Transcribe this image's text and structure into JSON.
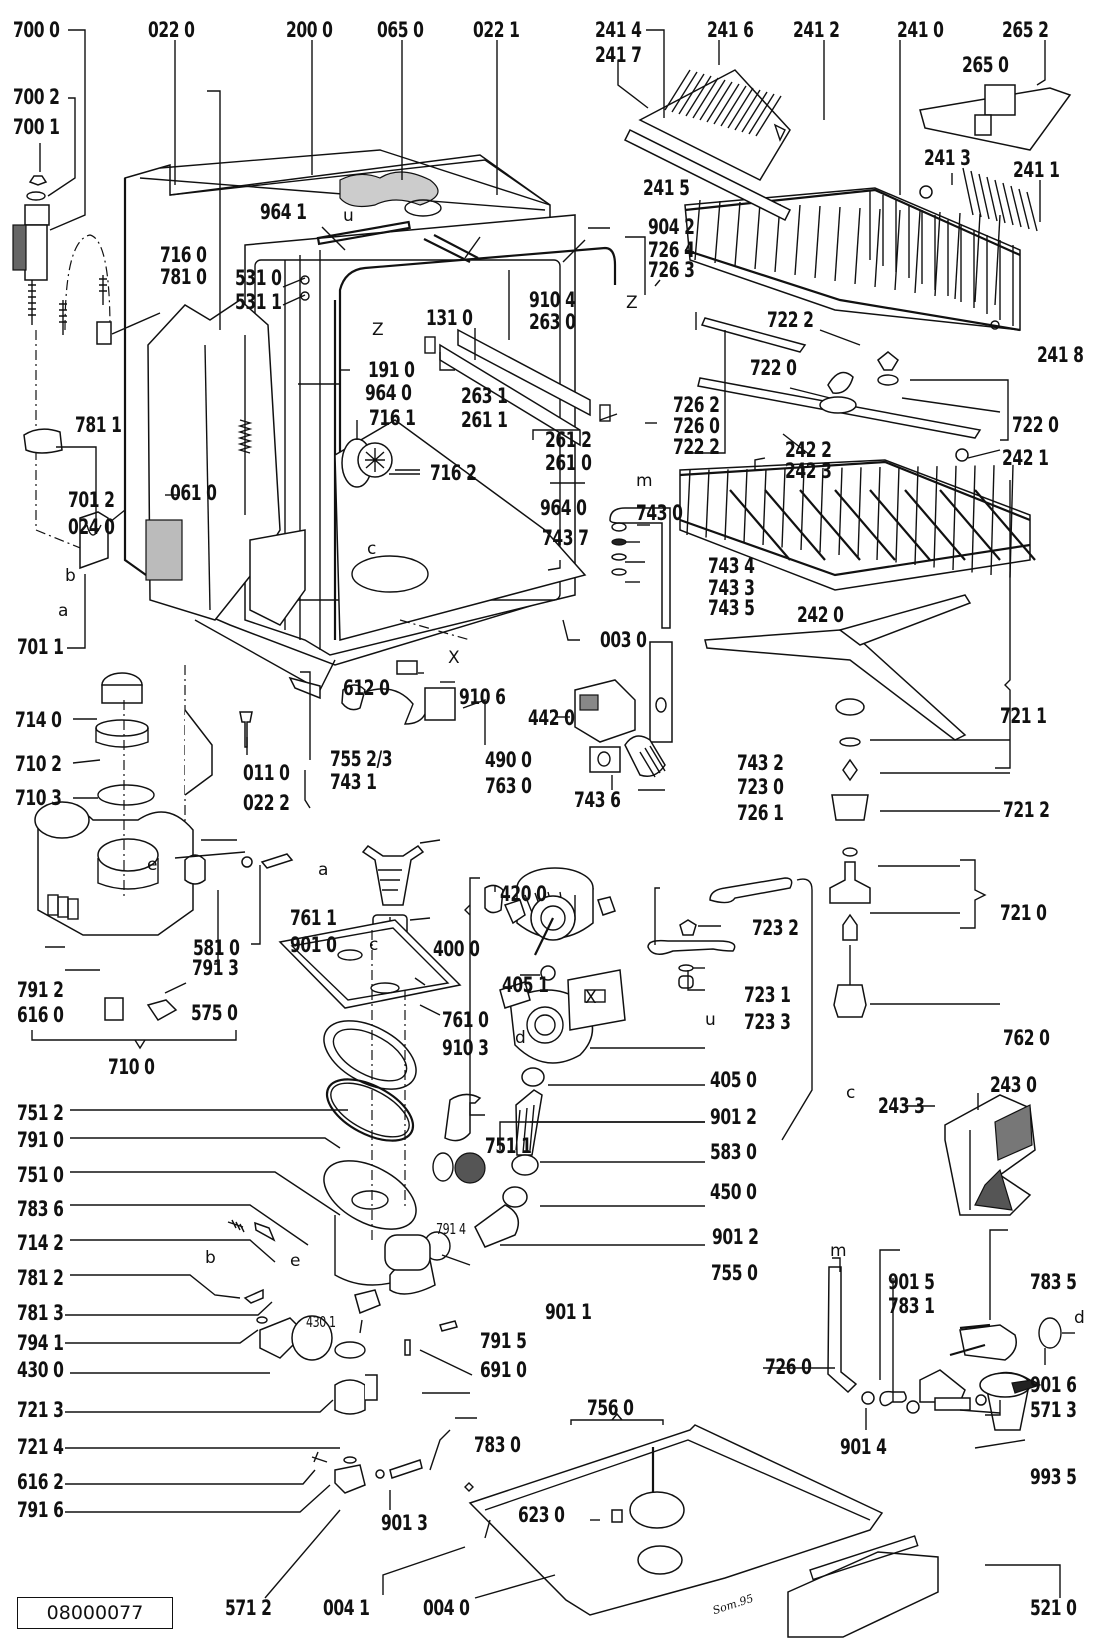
{
  "document_id": "08000077",
  "signature": "Som.95",
  "labels": {
    "p7000": "700 0",
    "p0220": "022 0",
    "p2000": "200 0",
    "p0650": "065 0",
    "p0221": "022 1",
    "p2414": "241 4",
    "p2417": "241 7",
    "p2416": "241 6",
    "p2412": "241 2",
    "p2410": "241 0",
    "p2652": "265 2",
    "p2650": "265 0",
    "p7002": "700 2",
    "p7001": "700 1",
    "p2415": "241 5",
    "p2413": "241 3",
    "p2411": "241 1",
    "p9641": "964 1",
    "p9042": "904 2",
    "p7264": "726 4",
    "p7263": "726 3",
    "p7160": "716 0",
    "p7810": "781 0",
    "p5310": "531 0",
    "p5311": "531 1",
    "p1310": "131 0",
    "p9104": "910 4",
    "p2630": "263 0",
    "p7222a": "722 2",
    "p7220": "722 0",
    "p2418": "241 8",
    "p7811": "781 1",
    "p1910": "191 0",
    "p9640a": "964 0",
    "p2631": "263 1",
    "p2611": "261 1",
    "p7161": "716 1",
    "p2612": "261 2",
    "p2610": "261 0",
    "p7262": "726 2",
    "p7260a": "726 0",
    "p7222b": "722 2",
    "p7220b": "722 0",
    "p2422": "242 2",
    "p2423": "242 3",
    "p2421": "242 1",
    "p7012": "701 2",
    "p0240": "024 0",
    "p0610": "061 0",
    "p7162": "716 2",
    "p9640b": "964 0",
    "p7430": "743 0",
    "p7437": "743 7",
    "p7434": "743 4",
    "p7433": "743 3",
    "p7435": "743 5",
    "p2420": "242 0",
    "p7011": "701 1",
    "p0030": "003 0",
    "p6120": "612 0",
    "p9106": "910 6",
    "p4420": "442 0",
    "p7211": "721 1",
    "p7140": "714 0",
    "p7102": "710 2",
    "p0110": "011 0",
    "p7552": "755 2/3",
    "p7431": "743 1",
    "p4900": "490 0",
    "p7432": "743 2",
    "p7436": "743 6",
    "p7230": "723 0",
    "p7103": "710 3",
    "p0222": "022 2",
    "p7630": "763 0",
    "p7212": "721 2",
    "p7261": "726 1",
    "p7611": "761 1",
    "p4200": "420 0",
    "p7232": "723 2",
    "p5810": "581 0",
    "p9010": "901 0",
    "p4000": "400 0",
    "p7210": "721 0",
    "p7913": "791 3",
    "p7912": "791 2",
    "p4051": "405 1",
    "p7231": "723 1",
    "p6160": "616 0",
    "p5750": "575 0",
    "p7610": "761 0",
    "p7233": "723 3",
    "p9103": "910 3",
    "p7620": "762 0",
    "p7100": "710 0",
    "p7512": "751 2",
    "p4050": "405 0",
    "p2430": "243 0",
    "p2433": "243 3",
    "p7910": "791 0",
    "p7511": "751 1",
    "p9012a": "901 2",
    "p7510": "751 0",
    "p5830": "583 0",
    "p7836": "783 6",
    "p4500": "450 0",
    "p7142": "714 2",
    "p7914": "791 4",
    "p9012b": "901 2",
    "p7812": "781 2",
    "p7550": "755 0",
    "p9015": "901 5",
    "p7835": "783 5",
    "p7831": "783 1",
    "p7813": "781 3",
    "p9011": "901 1",
    "p7941": "794 1",
    "p4301": "430 1",
    "p7915": "791 5",
    "p7260b": "726 0",
    "p4300": "430 0",
    "p6910": "691 0",
    "p9016": "901 6",
    "p5713": "571 3",
    "p7213": "721 3",
    "p7560": "756 0",
    "p7214": "721 4",
    "p9014": "901 4",
    "p7830": "783 0",
    "p6230": "623 0",
    "p9935": "993 5",
    "p6162": "616 2",
    "p7916": "791 6",
    "p9013": "901 3",
    "p5712": "571 2",
    "p0041": "004 1",
    "p0040": "004 0",
    "p5210": "521 0"
  },
  "connection_letters": {
    "a1": "a",
    "b1": "b",
    "a2": "a",
    "b2": "b",
    "c1": "c",
    "c2": "c",
    "c3": "c",
    "d1": "d",
    "d2": "d",
    "e1": "e",
    "e2": "e",
    "m1": "m",
    "m2": "m",
    "u1": "u",
    "u2": "u",
    "x1": "X",
    "x2": "X",
    "z1": "Z",
    "z2": "Z"
  }
}
